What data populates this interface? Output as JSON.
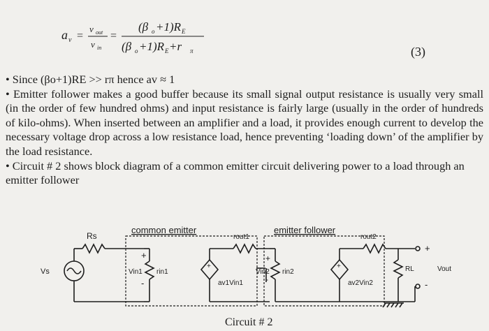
{
  "equation": {
    "lhs": "a",
    "lhs_sub": "v",
    "num_left": "v",
    "num_left_sub": "out",
    "den_left": "v",
    "den_left_sub": "in",
    "num_right": "(β",
    "num_right_sub": "o",
    "num_right_tail": " +1)R",
    "num_right_tail_sub": "E",
    "den_right": "(β",
    "den_right_sub": "o",
    "den_right_mid": " +1)R",
    "den_right_mid_sub": "E",
    "den_right_tail": " +r",
    "den_right_tail_sub": "π",
    "number": "(3)"
  },
  "bullets": [
    "• Since (βo+1)RE >> rπ  hence av ≈ 1",
    "• Emitter follower makes a good buffer because its small signal output resistance is usually very small (in the order of few hundred ohms) and input resistance is fairly large (usually in the order of hundreds of kilo-ohms). When inserted between an amplifier and a load, it provides enough current to develop the necessary voltage drop across a low resistance load, hence preventing ‘loading down’ of the amplifier by the load resistance.",
    "• Circuit # 2 shows block diagram of a common emitter circuit delivering power to a load through an emitter follower"
  ],
  "circuit": {
    "vs": "Vs",
    "rs": "Rs",
    "block1_title": "common emitter",
    "block2_title": "emitter follower",
    "vin1": "Vin1",
    "rin1": "rin1",
    "rout1": "rout1",
    "src1": "av1Vin1",
    "vin2": "Vin2",
    "rin2": "rin2",
    "rout2": "rout2",
    "src2": "av2Vin2",
    "rl": "RL",
    "vout": "Vout",
    "plus": "+",
    "minus": "-"
  },
  "caption": "Circuit # 2"
}
